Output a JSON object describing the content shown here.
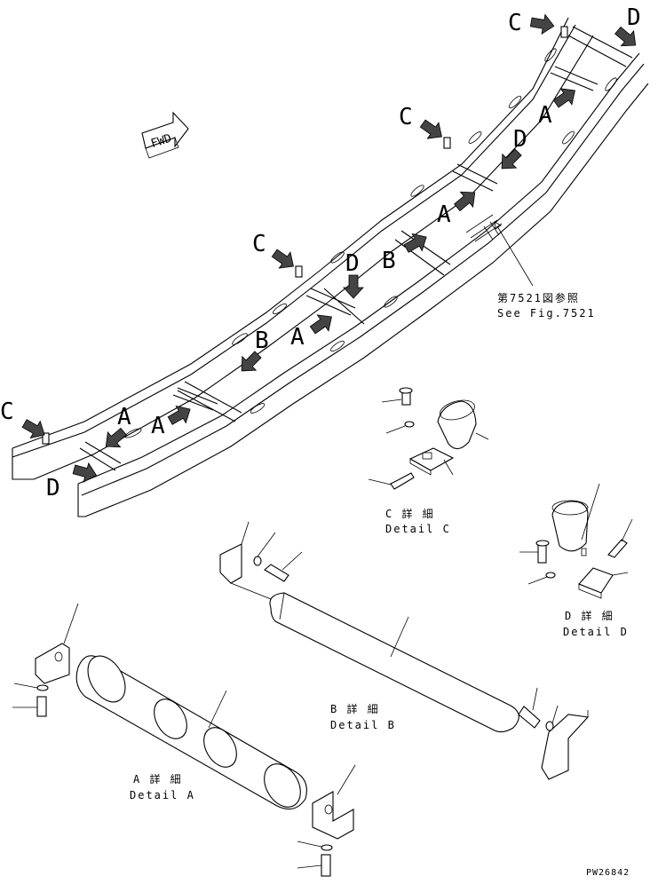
{
  "fwd_label": "FWD",
  "letters": {
    "a": "A",
    "b": "B",
    "c": "C",
    "d": "D"
  },
  "reference": {
    "jp": "第7521図参照",
    "en": "See Fig.7521"
  },
  "details": {
    "a": {
      "jp": "A 詳 細",
      "en": "Detail A"
    },
    "b": {
      "jp": "B 詳 細",
      "en": "Detail B"
    },
    "c": {
      "jp": "C 詳 細",
      "en": "Detail C"
    },
    "d": {
      "jp": "D 詳 細",
      "en": "Detail D"
    }
  },
  "drawing_number": "PW26842"
}
